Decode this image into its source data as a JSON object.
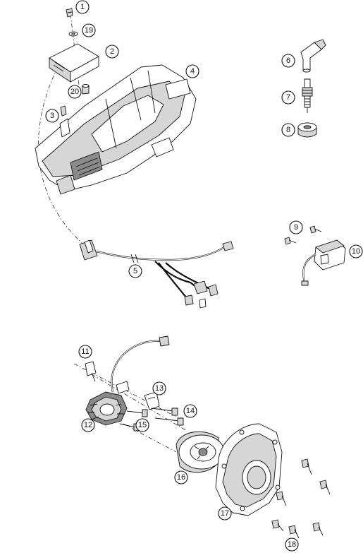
{
  "diagram": {
    "callouts": [
      {
        "id": "1",
        "label": "1"
      },
      {
        "id": "2",
        "label": "2"
      },
      {
        "id": "3",
        "label": "3"
      },
      {
        "id": "4",
        "label": "4"
      },
      {
        "id": "5",
        "label": "5"
      },
      {
        "id": "6",
        "label": "6"
      },
      {
        "id": "7",
        "label": "7"
      },
      {
        "id": "8",
        "label": "8"
      },
      {
        "id": "9",
        "label": "9"
      },
      {
        "id": "10",
        "label": "10"
      },
      {
        "id": "11",
        "label": "11"
      },
      {
        "id": "12",
        "label": "12"
      },
      {
        "id": "13",
        "label": "13"
      },
      {
        "id": "14",
        "label": "14"
      },
      {
        "id": "15",
        "label": "15"
      },
      {
        "id": "16",
        "label": "16"
      },
      {
        "id": "17",
        "label": "17"
      },
      {
        "id": "18",
        "label": "18"
      },
      {
        "id": "19",
        "label": "19"
      },
      {
        "id": "20",
        "label": "20"
      }
    ],
    "parts": [
      {
        "name": "screw-top"
      },
      {
        "name": "control-unit"
      },
      {
        "name": "mounting-bracket"
      },
      {
        "name": "ignition-wiring-harness"
      },
      {
        "name": "spark-plug-connector"
      },
      {
        "name": "spark-plug"
      },
      {
        "name": "plug-seal"
      },
      {
        "name": "ignition-coil"
      },
      {
        "name": "stator"
      },
      {
        "name": "rotor"
      },
      {
        "name": "ignition-cover"
      }
    ]
  }
}
